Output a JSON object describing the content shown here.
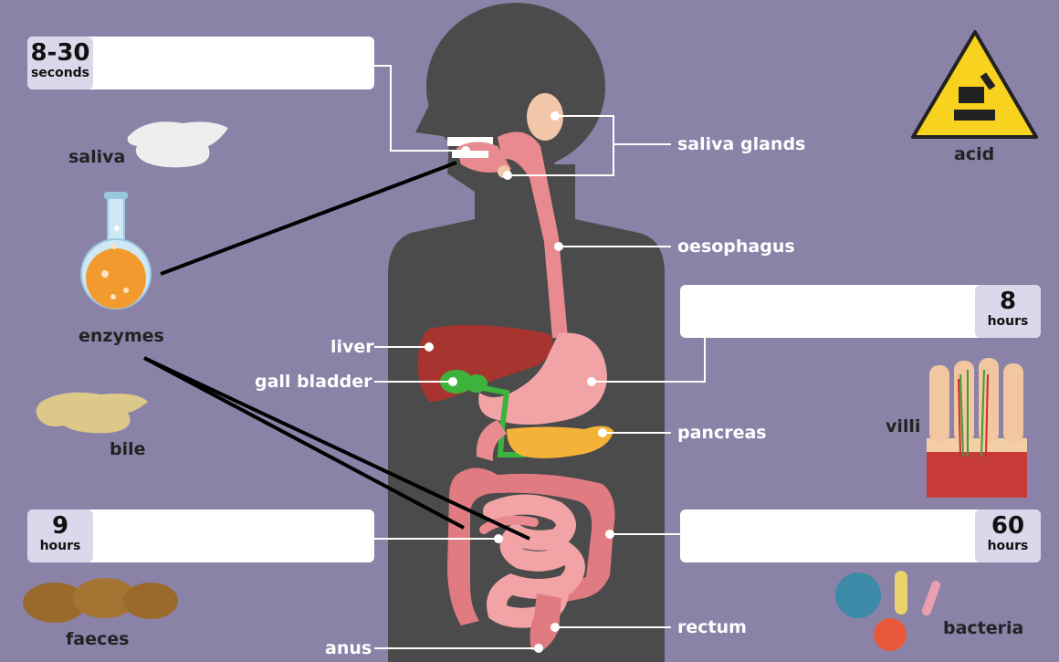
{
  "answer_boxes": {
    "mouth_time": {
      "number": "8-30",
      "unit": "seconds"
    },
    "stomach_time": {
      "number": "8",
      "unit": "hours"
    },
    "small_intestine_time": {
      "number": "9",
      "unit": "hours"
    },
    "large_intestine_time": {
      "number": "60",
      "unit": "hours"
    }
  },
  "organ_labels": {
    "saliva_glands": "saliva glands",
    "oesophagus": "oesophagus",
    "liver": "liver",
    "gall_bladder": "gall bladder",
    "pancreas": "pancreas",
    "rectum": "rectum",
    "anus": "anus"
  },
  "draggable_items": {
    "saliva": "saliva",
    "enzymes": "enzymes",
    "bile": "bile",
    "faeces": "faeces",
    "acid": "acid",
    "villi": "villi",
    "bacteria": "bacteria"
  },
  "icons": [
    "saliva-puddle-icon",
    "flask-icon",
    "bile-puddle-icon",
    "faeces-icon",
    "acid-warning-icon",
    "villi-icon",
    "bacteria-icon"
  ],
  "colors": {
    "background": "#8b82a8",
    "body_silhouette": "#4b4b4b",
    "organ_pink": "#e88a8f",
    "liver": "#a8342f",
    "gall_bladder": "#3cb43c",
    "pancreas": "#f5b23a"
  }
}
